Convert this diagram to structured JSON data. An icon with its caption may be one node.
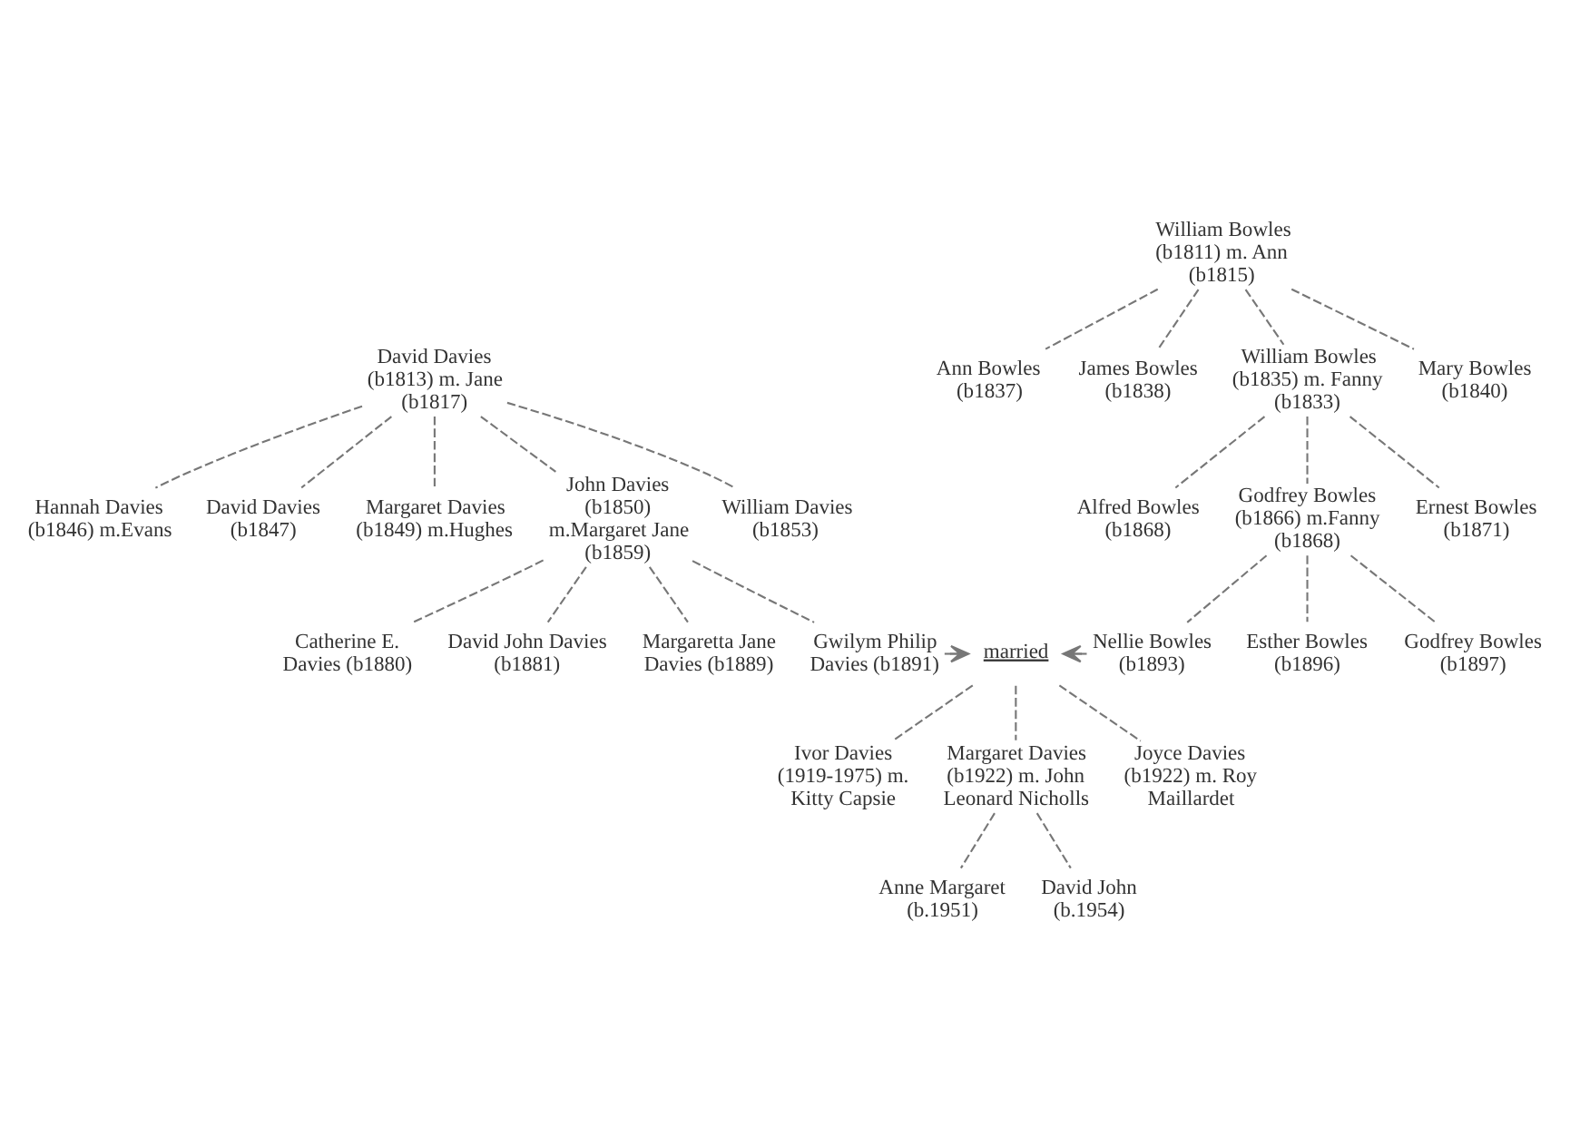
{
  "diagram": {
    "nodes": [
      {
        "text": [
          "William Bowles (b1811) m. Ann (b1815)"
        ]
      },
      {
        "text": [
          "Ann Bowles (b1837)"
        ]
      },
      {
        "text": [
          "James Bowles (b1838)"
        ]
      },
      {
        "text": [
          "William Bowles (b1835) m. Fanny (b1833)"
        ]
      },
      {
        "text": [
          "Mary Bowles (b1840)"
        ]
      },
      {
        "text": [
          "David Davies (b1813) m. Jane (b1817)"
        ]
      },
      {
        "text": [
          "Hannah Davies (b1846) m.Evans"
        ]
      },
      {
        "text": [
          "David Davies (b1847)"
        ]
      },
      {
        "text": [
          "Margaret Davies (b1849) m.Hughes"
        ]
      },
      {
        "text": [
          "John Davies (b1850) m.Margaret Jane (b1859)"
        ]
      },
      {
        "text": [
          "William Davies (b1853)"
        ]
      },
      {
        "text": [
          "Alfred Bowles (b1868)"
        ]
      },
      {
        "text": [
          "Godfrey Bowles (b1866) m.Fanny (b1868)"
        ]
      },
      {
        "text": [
          "Ernest Bowles (b1871)"
        ]
      },
      {
        "text": [
          "Catherine E. Davies (b1880)"
        ]
      },
      {
        "text": [
          "David John Davies (b1881)"
        ]
      },
      {
        "text": [
          "Margaretta Jane Davies (b1889)"
        ]
      },
      {
        "text": [
          "Gwilym Philip Davies (b1891)"
        ]
      },
      {
        "text": [
          "married"
        ]
      },
      {
        "text": [
          "Nellie Bowles (b1893)"
        ]
      },
      {
        "text": [
          "Esther Bowles (b1896)"
        ]
      },
      {
        "text": [
          "Godfrey Bowles (b1897)"
        ]
      },
      {
        "text": [
          "Ivor Davies (1919-1975) m. Kitty Capsie"
        ]
      },
      {
        "text": [
          "Margaret Davies (b1922) m. John Leonard Nicholls"
        ]
      },
      {
        "text": [
          "Joyce Davies (b1922) m. Roy Maillardet"
        ]
      },
      {
        "text": [
          "Anne Margaret (b.1951)"
        ]
      },
      {
        "text": [
          "David John (b.1954)"
        ]
      }
    ],
    "edges": [
      {
        "from": 0,
        "to": 1,
        "arrow": "none",
        "style": "dashed"
      },
      {
        "from": 0,
        "to": 2,
        "arrow": "none",
        "style": "dashed"
      },
      {
        "from": 0,
        "to": 3,
        "arrow": "none",
        "style": "dashed"
      },
      {
        "from": 0,
        "to": 4,
        "arrow": "none",
        "style": "dashed"
      },
      {
        "from": 5,
        "to": 6,
        "arrow": "none",
        "style": "dashed"
      },
      {
        "from": 5,
        "to": 7,
        "arrow": "none",
        "style": "dashed"
      },
      {
        "from": 5,
        "to": 8,
        "arrow": "none",
        "style": "dashed"
      },
      {
        "from": 5,
        "to": 9,
        "arrow": "none",
        "style": "dashed"
      },
      {
        "from": 5,
        "to": 10,
        "arrow": "none",
        "style": "dashed"
      },
      {
        "from": 3,
        "to": 11,
        "arrow": "none",
        "style": "dashed"
      },
      {
        "from": 3,
        "to": 12,
        "arrow": "none",
        "style": "dashed"
      },
      {
        "from": 3,
        "to": 13,
        "arrow": "none",
        "style": "dashed"
      },
      {
        "from": 9,
        "to": 14,
        "arrow": "none",
        "style": "dashed"
      },
      {
        "from": 9,
        "to": 15,
        "arrow": "none",
        "style": "dashed"
      },
      {
        "from": 9,
        "to": 16,
        "arrow": "none",
        "style": "dashed"
      },
      {
        "from": 9,
        "to": 17,
        "arrow": "none",
        "style": "dashed"
      },
      {
        "from": 12,
        "to": 19,
        "arrow": "none",
        "style": "dashed"
      },
      {
        "from": 12,
        "to": 20,
        "arrow": "none",
        "style": "dashed"
      },
      {
        "from": 12,
        "to": 21,
        "arrow": "none",
        "style": "dashed"
      },
      {
        "from": 17,
        "to": 18,
        "arrow": "to"
      },
      {
        "from": 19,
        "to": 18,
        "arrow": "to"
      },
      {
        "from": 18,
        "to": 22,
        "arrow": "none",
        "style": "dashed"
      },
      {
        "from": 18,
        "to": 23,
        "arrow": "none",
        "style": "dashed"
      },
      {
        "from": 18,
        "to": 24,
        "arrow": "none",
        "style": "dashed"
      },
      {
        "from": 23,
        "to": 25,
        "arrow": "none",
        "style": "dashed"
      },
      {
        "from": 23,
        "to": 26,
        "arrow": "none",
        "style": "dashed"
      }
    ]
  }
}
